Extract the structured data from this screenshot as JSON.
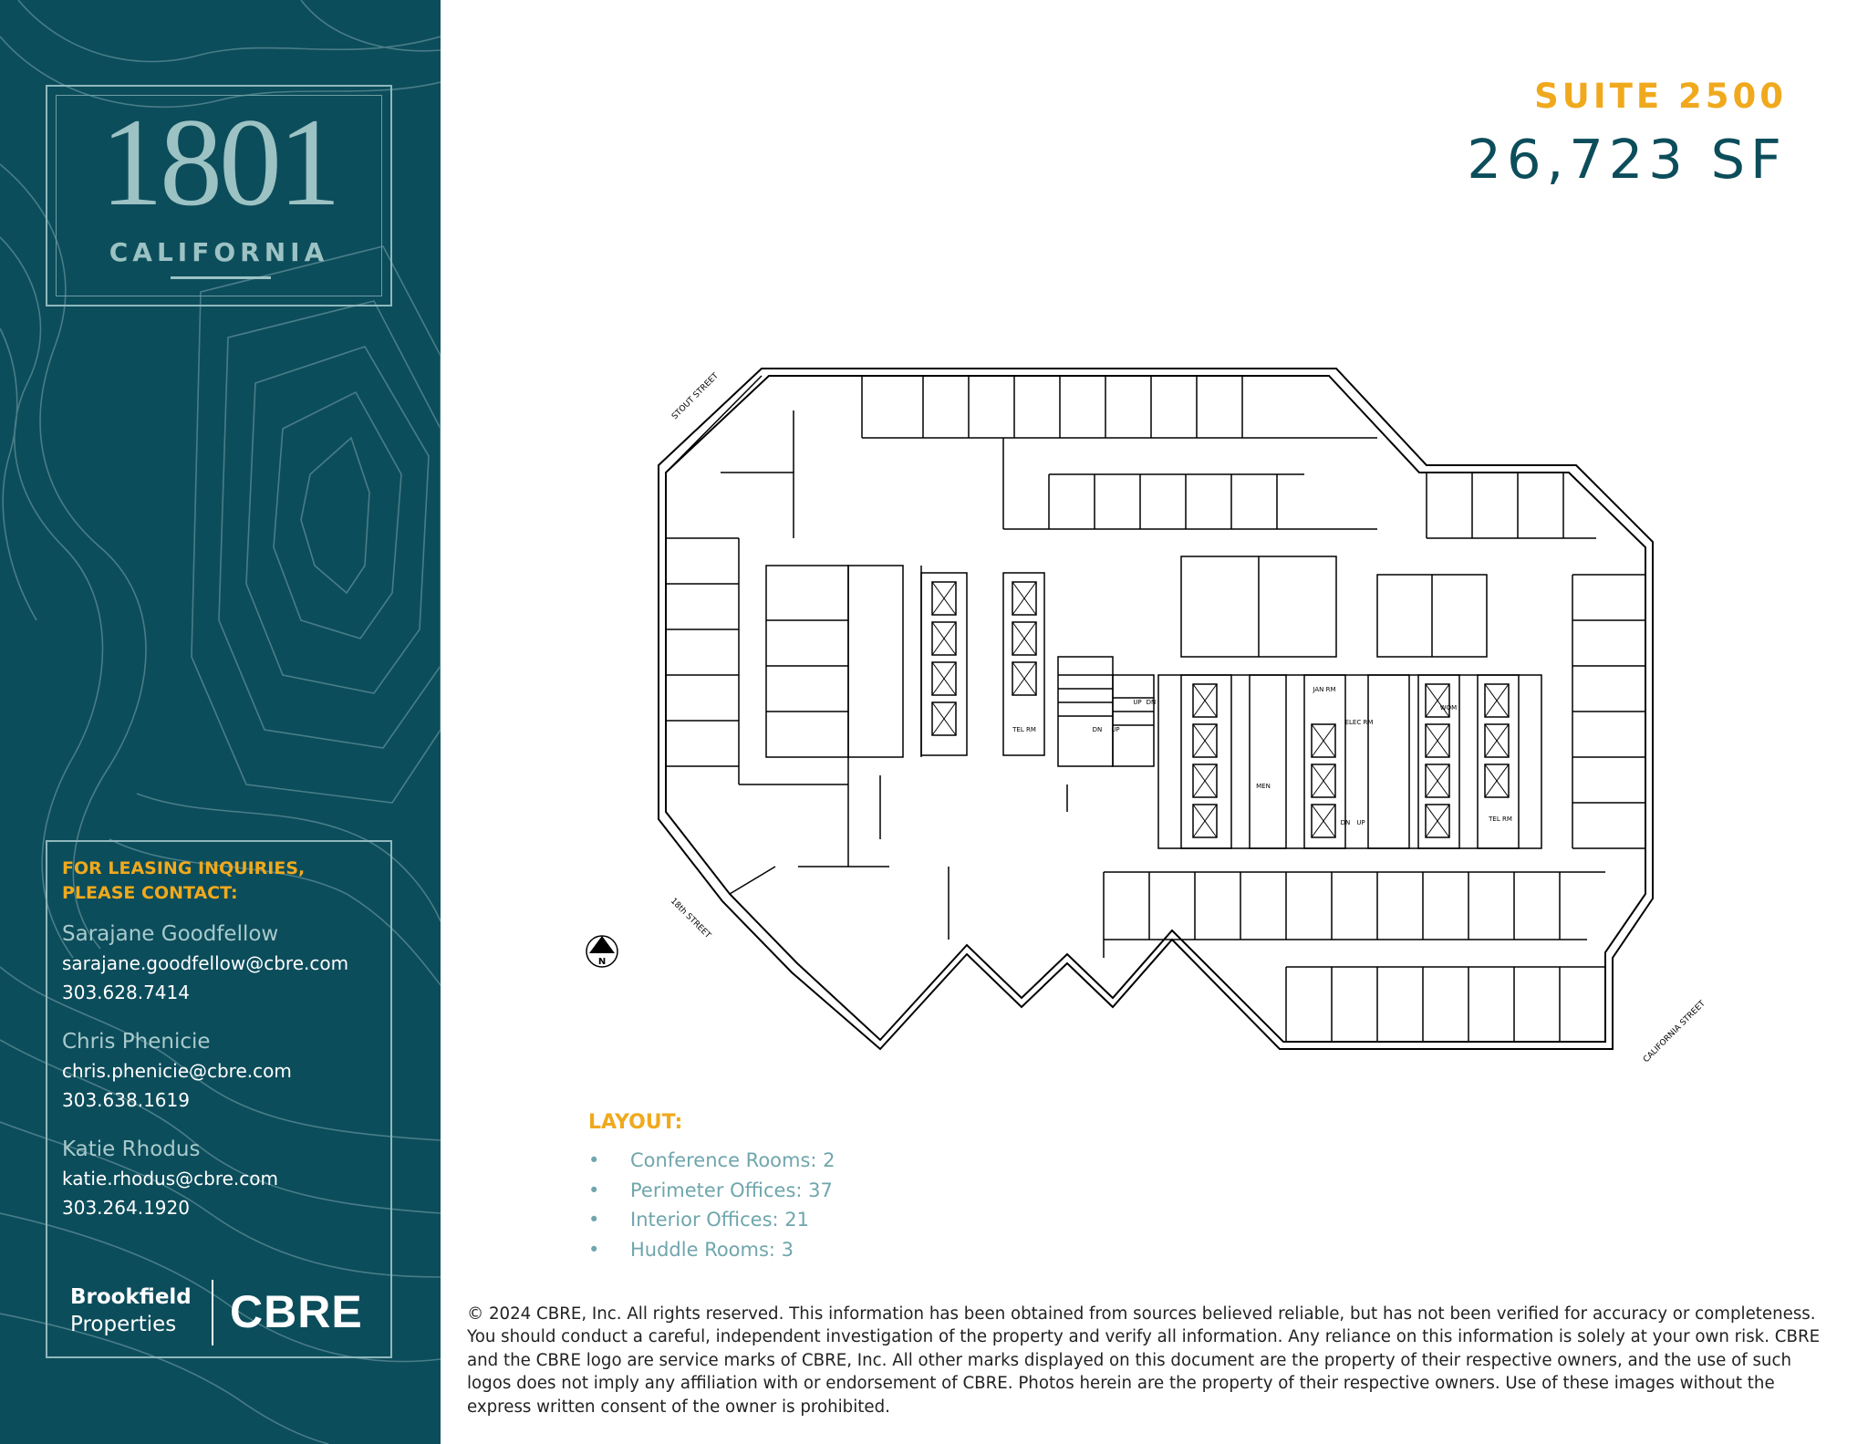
{
  "logo": {
    "number": "1801",
    "word": "CALIFORNIA"
  },
  "suite": {
    "label": "SUITE 2500",
    "area": "26,723 SF"
  },
  "contact": {
    "heading": "FOR LEASING INQUIRIES, PLEASE CONTACT:",
    "people": [
      {
        "name": "Sarajane Goodfellow",
        "email": "sarajane.goodfellow@cbre.com",
        "phone": "303.628.7414"
      },
      {
        "name": "Chris Phenicie",
        "email": "chris.phenicie@cbre.com",
        "phone": "303.638.1619"
      },
      {
        "name": "Katie Rhodus",
        "email": "katie.rhodus@cbre.com",
        "phone": "303.264.1920"
      }
    ]
  },
  "brands": {
    "brookfield_line1": "Brookfield",
    "brookfield_line2": "Properties",
    "cbre": "CBRE"
  },
  "floorplan": {
    "streets": {
      "stout": "STOUT STREET",
      "eighteenth": "18th STREET",
      "california": "CALIFORNIA STREET"
    },
    "north": "N",
    "labels": {
      "tel_rm": "TEL RM",
      "jan_rm": "JAN RM",
      "elec_rm": "ELEC RM",
      "men": "MEN",
      "wom": "WOM",
      "up": "UP",
      "dn": "DN"
    }
  },
  "layout": {
    "title": "LAYOUT:",
    "items": [
      "Conference Rooms: 2",
      "Perimeter Offices: 37",
      "Interior Offices: 21",
      "Huddle Rooms: 3"
    ]
  },
  "disclaimer": "© 2024 CBRE, Inc. All rights reserved. This information has been obtained from sources believed reliable, but has not been verified for accuracy or completeness. You should conduct a careful, independent investigation of the property and verify all information. Any reliance on this information is solely at your own risk. CBRE and the CBRE logo are service marks of CBRE, Inc. All other marks displayed on this document are the property of their respective owners, and the use of such logos does not imply any affiliation with or endorsement of CBRE. Photos herein are the property of their respective owners. Use of these images without the express written consent of the owner is prohibited."
}
